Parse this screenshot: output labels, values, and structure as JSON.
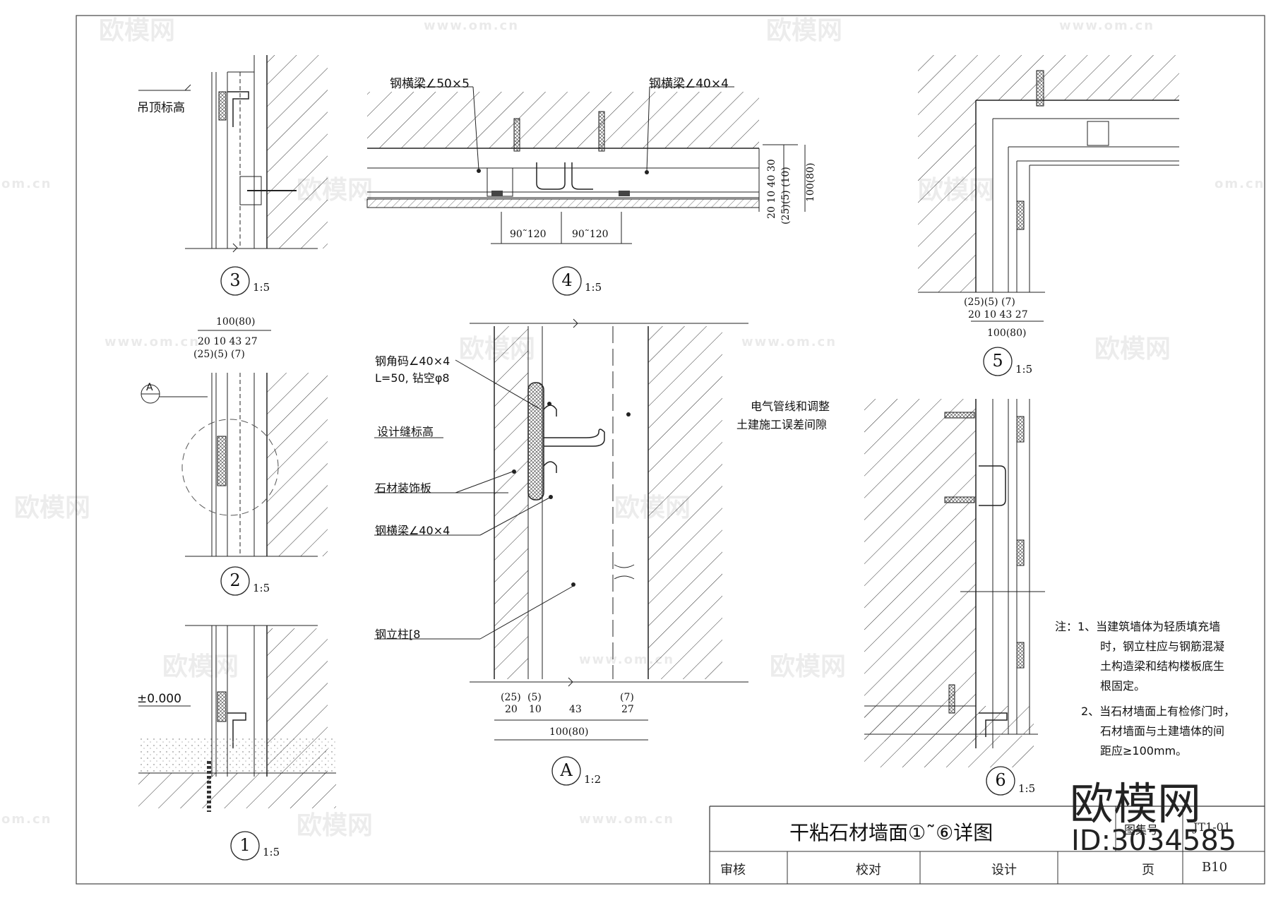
{
  "watermark": {
    "logo_text": "欧模网",
    "url_text": "www.om.cn",
    "side_url": "om.cn"
  },
  "brand": {
    "name": "欧模网",
    "id": "ID:3034585"
  },
  "details": {
    "d1": {
      "number": "1",
      "scale": "1:5",
      "elevation": "±0.000"
    },
    "d2": {
      "number": "2",
      "scale": "1:5",
      "marker": "A",
      "dim_total": "100(80)",
      "dim_row": "20 10 43  27",
      "dim_row2": "(25)(5)      (7)"
    },
    "d3": {
      "number": "3",
      "scale": "1:5",
      "ceiling_label": "吊顶标高"
    },
    "d4": {
      "number": "4",
      "scale": "1:5",
      "beam_left": "钢横梁∠50×5",
      "beam_right": "钢横梁∠40×4",
      "spacing_1": "90˜120",
      "spacing_2": "90˜120",
      "dim_v1": "20 10 40 30",
      "dim_v2": "(25)(5)    (10)",
      "dim_v3": "100(80)"
    },
    "d5": {
      "number": "5",
      "scale": "1:5",
      "dim_row2": "(25)(5)      (7)",
      "dim_row": "20 10 43  27",
      "dim_total": "100(80)"
    },
    "d6": {
      "number": "6",
      "scale": "1:5"
    },
    "dA": {
      "number": "A",
      "scale": "1:2",
      "angle_code": "钢角码∠40×4",
      "angle_code_2": "L=50, 钻空φ8",
      "joint_label": "设计缝标高",
      "stone_panel": "石材装饰板",
      "beam": "钢横梁∠40×4",
      "column": "钢立柱[8",
      "gap_1": "电气管线和调整",
      "gap_2": "土建施工误差间隙",
      "dim_25": "(25)",
      "dim_5": "(5)",
      "dim_7": "(7)",
      "dim_20": "20",
      "dim_10": "10",
      "dim_43": "43",
      "dim_27": "27",
      "dim_total": "100(80)"
    }
  },
  "notes": {
    "head": "注：1、当建筑墙体为轻质填充墙",
    "l2": "时，钢立柱应与钢筋混凝",
    "l3": "土构造梁和结构楼板底生",
    "l4": "根固定。",
    "l5": "2、当石材墙面上有检修门时，",
    "l6": "石材墙面与土建墙体的间",
    "l7": "距应≥100mm。"
  },
  "title_block": {
    "title": "干粘石材墙面①˜⑥详图",
    "set_label": "图集号",
    "set_value": "JT1-01",
    "review": "审核",
    "check": "校对",
    "design": "设计",
    "page_label": "页",
    "page_value": "B10"
  }
}
